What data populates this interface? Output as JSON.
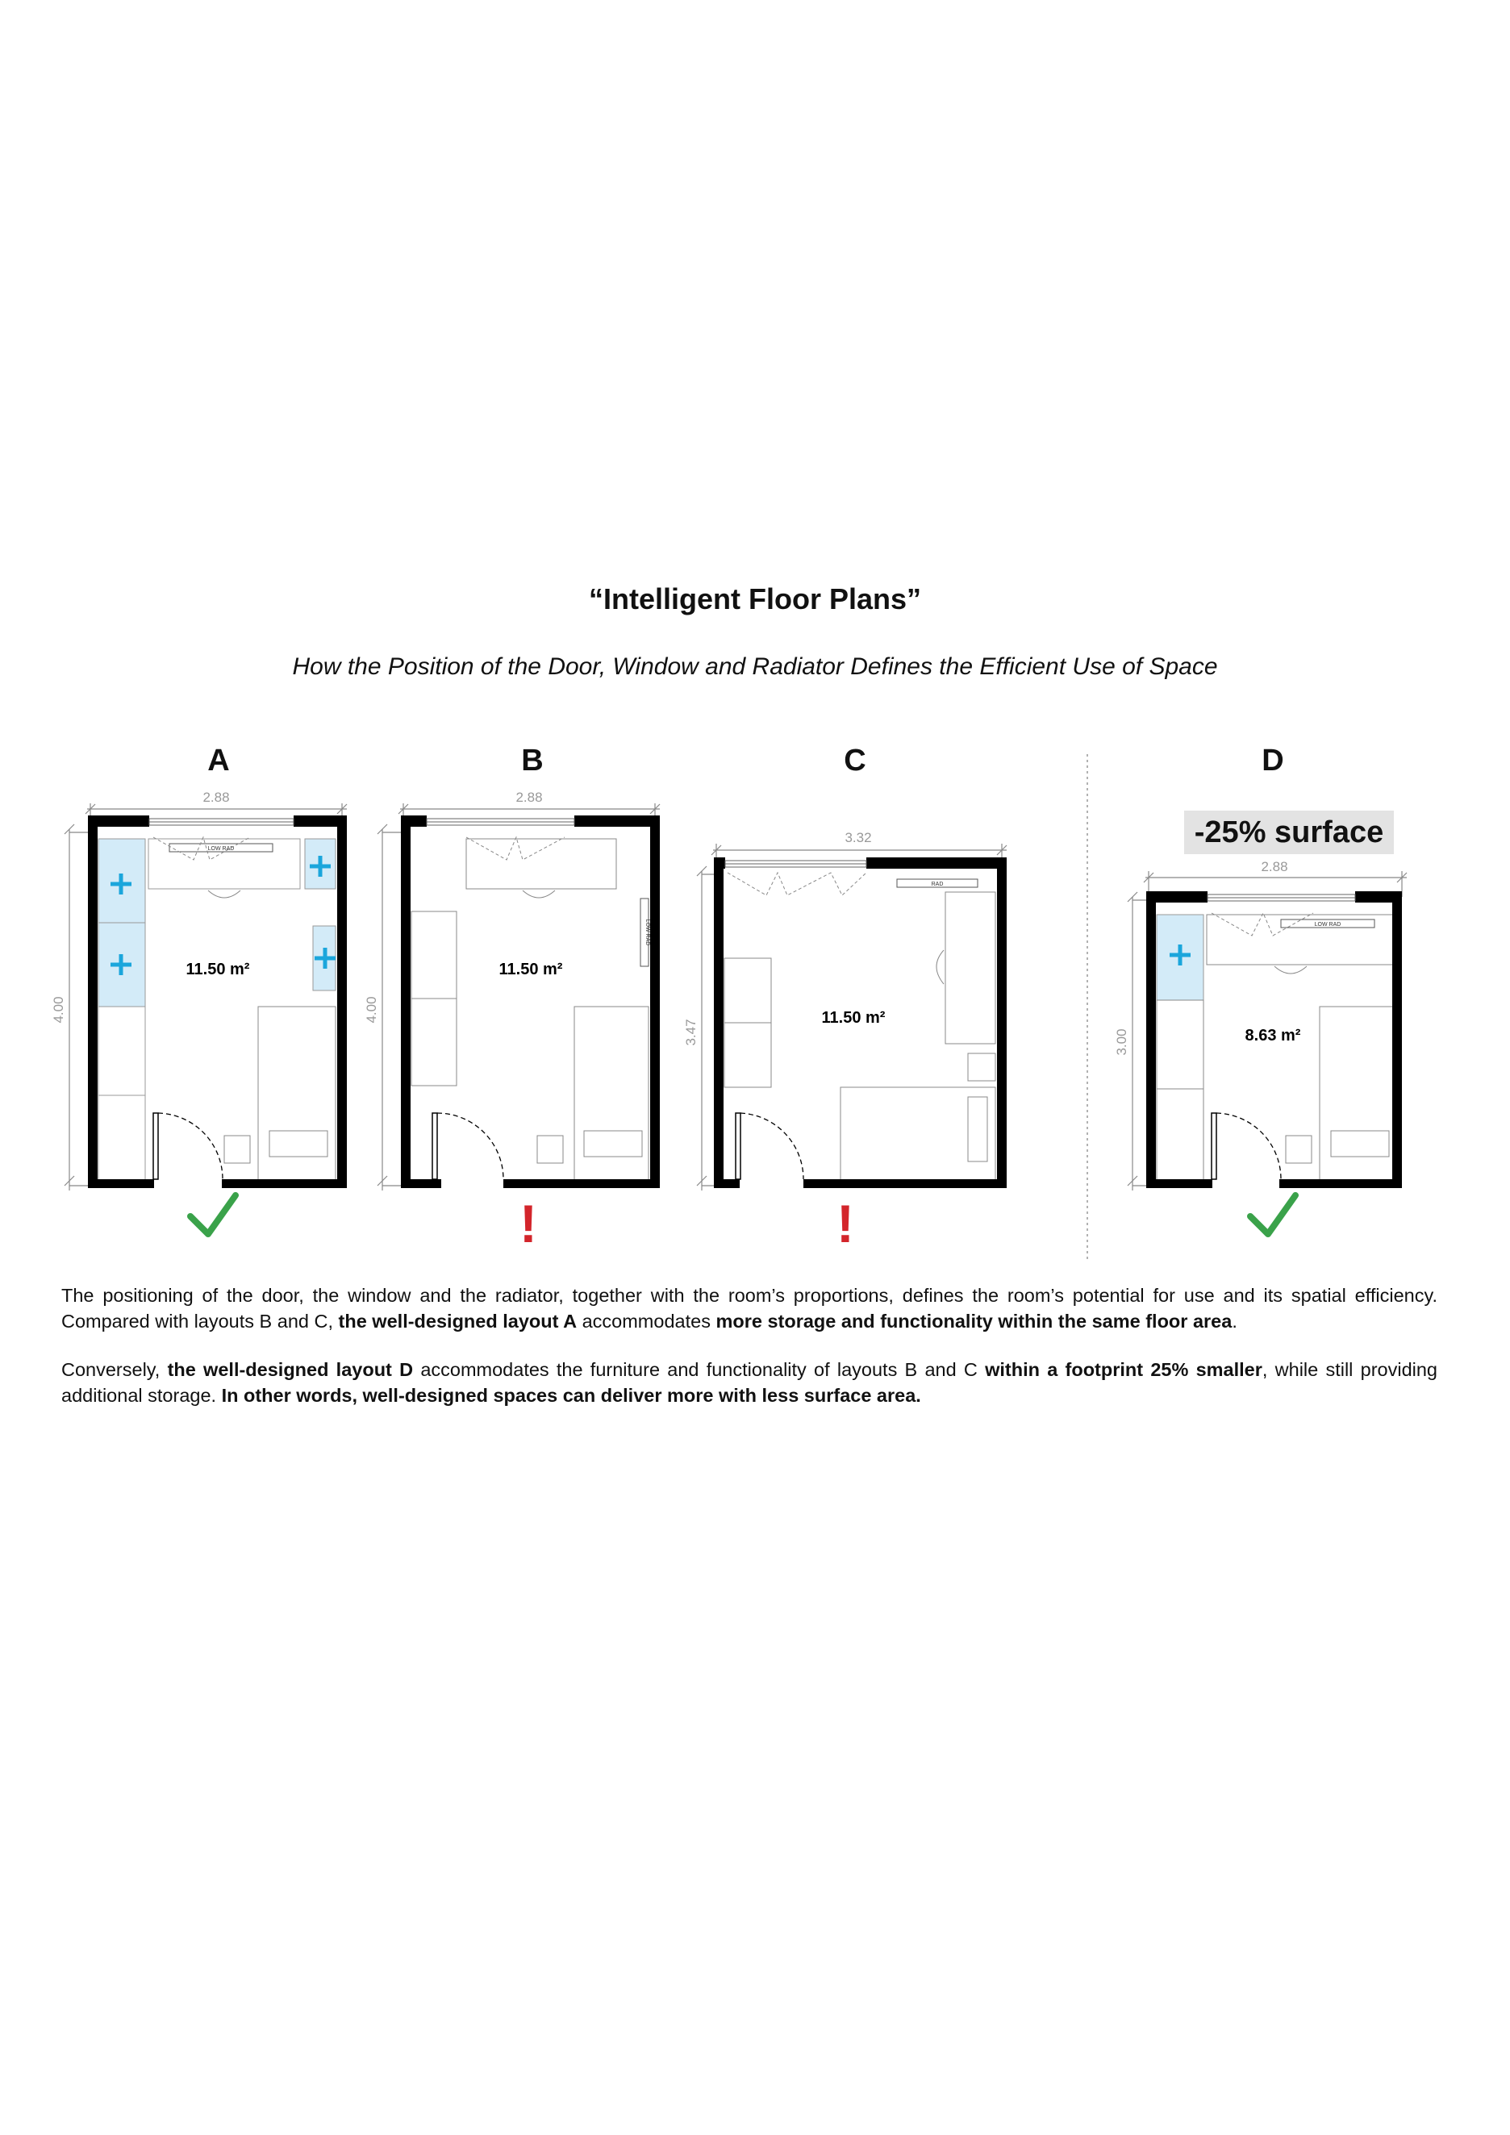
{
  "title": "“Intelligent Floor Plans”",
  "subtitle": "How the Position of the Door, Window and Radiator Defines the Efficient Use of Space",
  "layouts": {
    "A": {
      "letter": "A",
      "width_dim": "2.88",
      "height_dim": "4.00",
      "area": "11.50 m²",
      "radiator_label": "LOW  RAD",
      "verdict": "check"
    },
    "B": {
      "letter": "B",
      "width_dim": "2.88",
      "height_dim": "4.00",
      "area": "11.50 m²",
      "radiator_label": "LOW  RAD",
      "verdict": "warning"
    },
    "C": {
      "letter": "C",
      "width_dim": "3.32",
      "height_dim": "3.47",
      "area": "11.50 m²",
      "radiator_label": "RAD",
      "verdict": "warning"
    },
    "D": {
      "letter": "D",
      "width_dim": "2.88",
      "height_dim": "3.00",
      "area": "8.63 m²",
      "radiator_label": "LOW  RAD",
      "verdict": "check",
      "badge": "-25% surface"
    }
  },
  "verdict_marks": {
    "check": "✓",
    "warning": "!"
  },
  "colors": {
    "check": "#3aa24a",
    "warning": "#d3252b",
    "storage_fill": "#d3ebf8",
    "storage_plus": "#1ba6dc",
    "wall": "#000000",
    "badge_bg": "#e3e3e3"
  },
  "paragraphs": {
    "p1": {
      "t1": "The positioning of the door, the window and the radiator, together with the room’s proportions, defines the room’s potential for use and its spatial efficiency. Compared with layouts B and C, ",
      "b1": "the well-designed layout A",
      "t2": " accommodates ",
      "b2": "more storage and functionality within the same floor area",
      "t3": "."
    },
    "p2": {
      "t1": "Conversely, ",
      "b1": "the well-designed layout D",
      "t2": " accommodates the furniture and functionality of layouts B and C ",
      "b2": "within a footprint 25% smaller",
      "t3": ", while still providing additional storage. ",
      "b3": "In other words, well-designed spaces can deliver more with less surface area."
    }
  }
}
